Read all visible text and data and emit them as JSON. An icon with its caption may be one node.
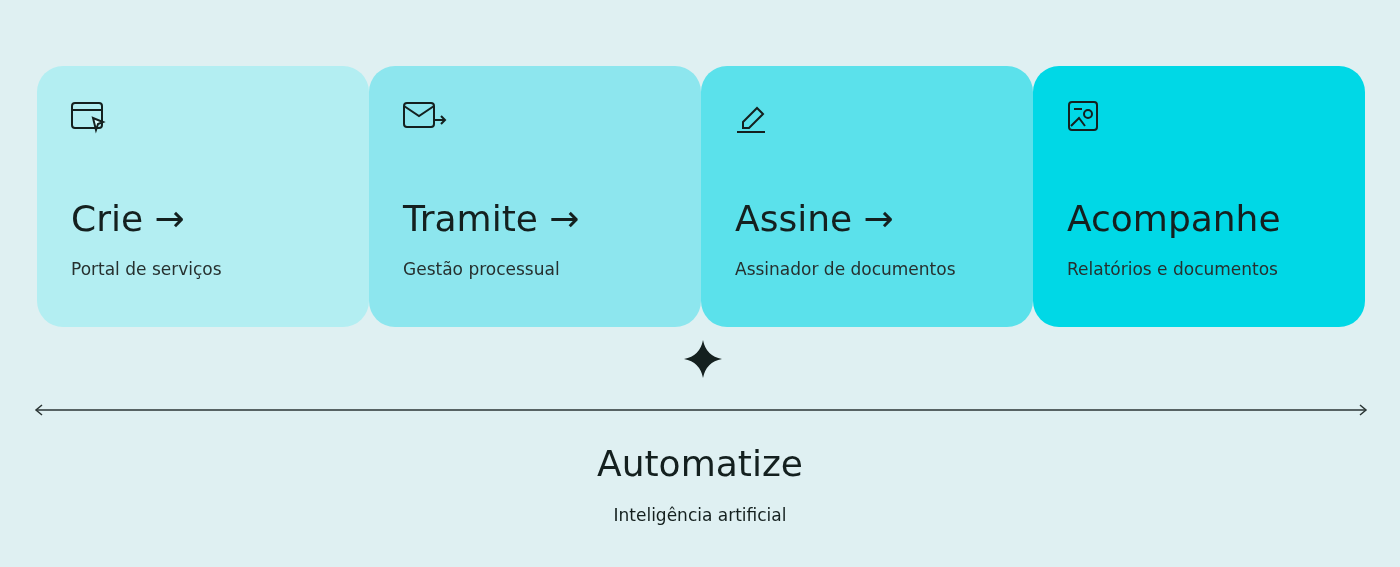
{
  "diagram": {
    "nodes": [
      {
        "text": [
          "Crie →",
          "Portal de serviços"
        ]
      },
      {
        "text": [
          "Tramite →",
          "Gestão processual"
        ]
      },
      {
        "text": [
          "Assine →",
          "Assinador de documentos"
        ]
      },
      {
        "text": [
          "Acompanhe",
          "Relatórios e documentos"
        ]
      }
    ],
    "edges": [],
    "labels": [
      "Automatize",
      "Inteligência artificial"
    ]
  }
}
